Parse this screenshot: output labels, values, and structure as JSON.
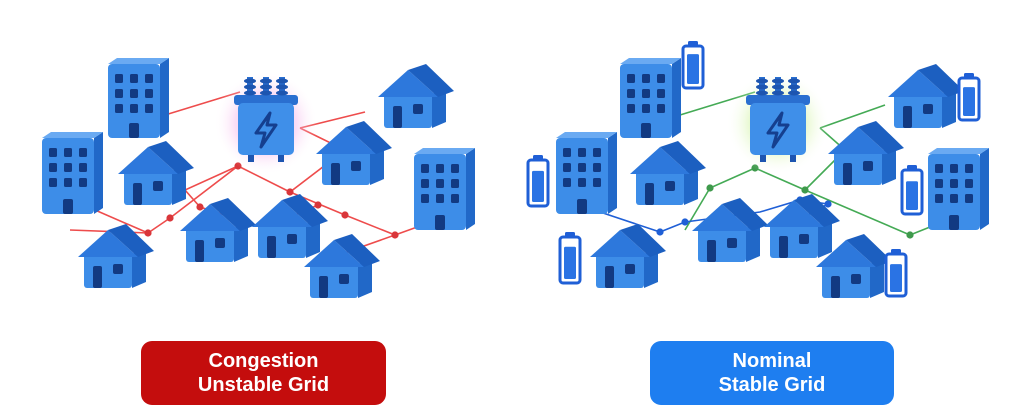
{
  "panels": {
    "unstable": {
      "label_line1": "Congestion",
      "label_line2": "Unstable Grid",
      "label_color": "#c40d0d",
      "line_color": "#ee4c4c",
      "node_color": "#d9363a",
      "glow_color": "#f2a6e6"
    },
    "stable": {
      "label_line1": "Nominal",
      "label_line2": "Stable Grid",
      "label_color": "#1e7ef0",
      "line_color": "#44aa55",
      "alt_line_color": "#1f5fd6",
      "node_color": "#3f9a4c",
      "alt_node_color": "#1f5fd6",
      "glow_color": "#c6ee9a"
    }
  },
  "colors": {
    "building_front": "#3d8de8",
    "building_side": "#2168c8",
    "building_top": "#6aaaf2",
    "window": "#123a82",
    "roof": "#2d78dc",
    "transformer": "#3f8fe9",
    "battery_outline": "#1f5fd6",
    "battery_fill": "#2a73e4"
  },
  "icons": [
    "office-building-icon",
    "house-icon",
    "transformer-icon",
    "lightning-bolt-icon",
    "battery-icon"
  ]
}
